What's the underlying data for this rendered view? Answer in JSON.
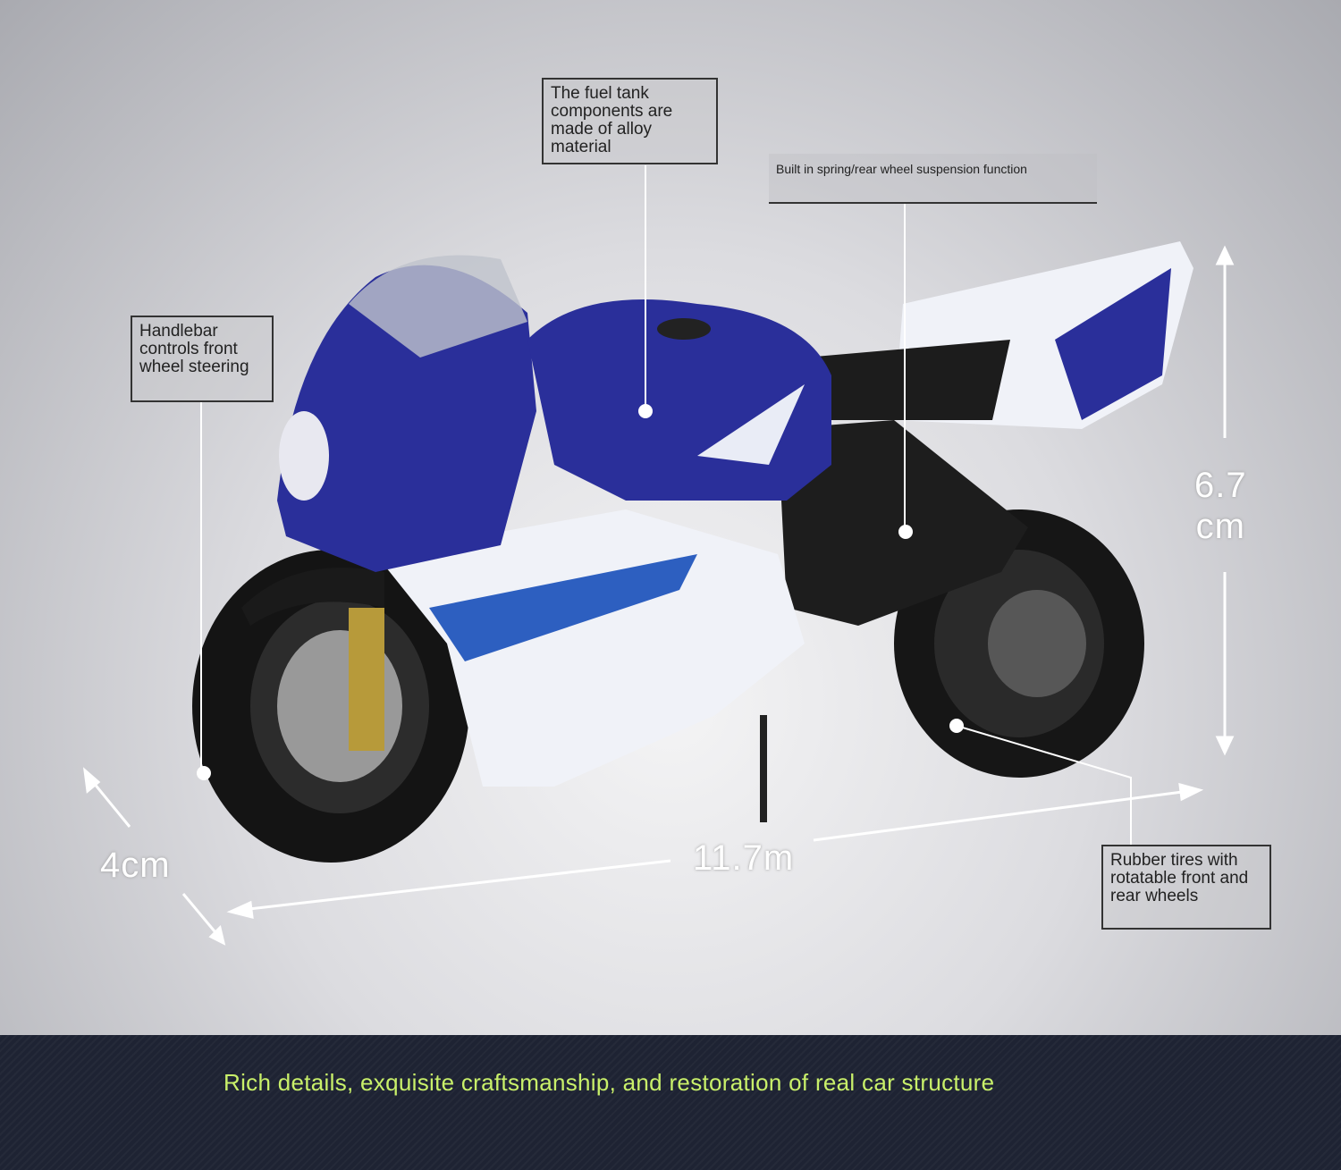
{
  "callouts": {
    "fuel_tank": "The fuel tank components are made of alloy material",
    "suspension": "Built in spring/rear wheel suspension function",
    "handlebar": "Handlebar controls front wheel steering",
    "tires": "Rubber tires with rotatable front and rear wheels"
  },
  "dimensions": {
    "height_value": "6.7",
    "height_unit": "cm",
    "length": "11.7m",
    "width": "4cm"
  },
  "banner": "Rich details, exquisite craftsmanship, and restoration of real car structure",
  "colors": {
    "body_blue": "#2a2f9a",
    "fairing_white": "#f0f2f8",
    "banner_bg": "#1e2333",
    "banner_text": "#c9f06a"
  }
}
